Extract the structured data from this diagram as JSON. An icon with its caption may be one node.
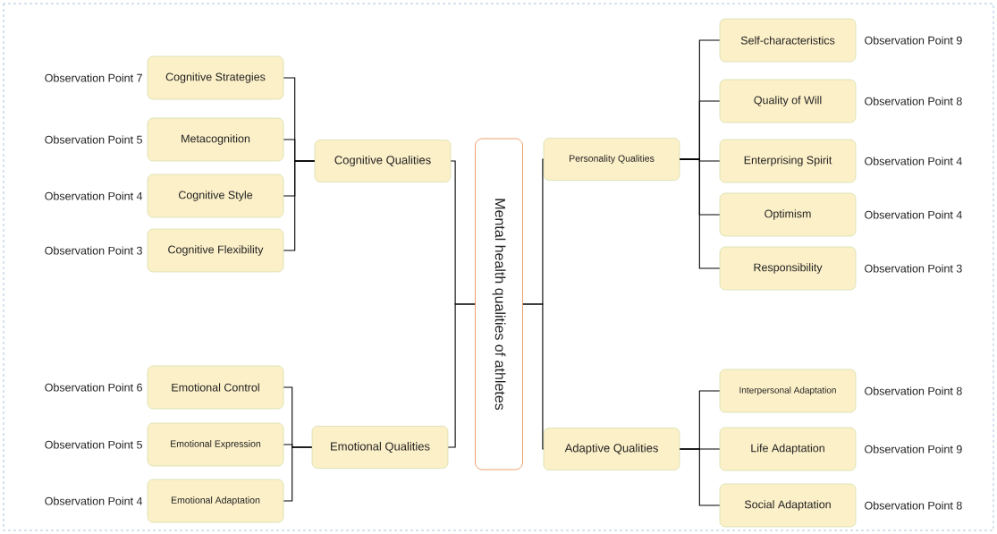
{
  "diagram": {
    "nodes": [
      {
        "text": [
          "Mental health qualities of athletes"
        ]
      },
      {
        "text": [
          "Cognitive Qualities"
        ]
      },
      {
        "text": [
          "Cognitive Strategies"
        ],
        "beside": [
          "Observation Point 7"
        ]
      },
      {
        "text": [
          "Metacognition"
        ],
        "beside": [
          "Observation Point 5"
        ]
      },
      {
        "text": [
          "Cognitive Style"
        ],
        "beside": [
          "Observation Point 4"
        ]
      },
      {
        "text": [
          "Cognitive Flexibility"
        ],
        "beside": [
          "Observation Point 3"
        ]
      },
      {
        "text": [
          "Emotional Qualities"
        ]
      },
      {
        "text": [
          "Emotional Control"
        ],
        "beside": [
          "Observation Point 6"
        ]
      },
      {
        "text": [
          "Emotional Expression"
        ],
        "beside": [
          "Observation Point 5"
        ]
      },
      {
        "text": [
          "Emotional Adaptation"
        ],
        "beside": [
          "Observation Point 4"
        ]
      },
      {
        "text": [
          "Personality Qualities"
        ]
      },
      {
        "text": [
          "Self-characteristics"
        ],
        "beside": [
          "Observation Point 9"
        ]
      },
      {
        "text": [
          "Quality of Will"
        ],
        "beside": [
          "Observation Point 8"
        ]
      },
      {
        "text": [
          "Enterprising Spirit"
        ],
        "beside": [
          "Observation Point 4"
        ]
      },
      {
        "text": [
          "Optimism"
        ],
        "beside": [
          "Observation Point 4"
        ]
      },
      {
        "text": [
          "Responsibility"
        ],
        "beside": [
          "Observation Point 3"
        ]
      },
      {
        "text": [
          "Adaptive Qualities"
        ]
      },
      {
        "text": [
          "Interpersonal Adaptation"
        ],
        "beside": [
          "Observation Point 8"
        ]
      },
      {
        "text": [
          "Life Adaptation"
        ],
        "beside": [
          "Observation Point 9"
        ]
      },
      {
        "text": [
          "Social Adaptation"
        ],
        "beside": [
          "Observation Point 8"
        ]
      }
    ],
    "edges": [
      {
        "from": 0,
        "to": 1,
        "arrow": "none"
      },
      {
        "from": 0,
        "to": 6,
        "arrow": "none"
      },
      {
        "from": 0,
        "to": 10,
        "arrow": "none"
      },
      {
        "from": 0,
        "to": 16,
        "arrow": "none"
      },
      {
        "from": 1,
        "to": 2,
        "arrow": "none"
      },
      {
        "from": 1,
        "to": 3,
        "arrow": "none"
      },
      {
        "from": 1,
        "to": 4,
        "arrow": "none"
      },
      {
        "from": 1,
        "to": 5,
        "arrow": "none"
      },
      {
        "from": 6,
        "to": 7,
        "arrow": "none"
      },
      {
        "from": 6,
        "to": 8,
        "arrow": "none"
      },
      {
        "from": 6,
        "to": 9,
        "arrow": "none"
      },
      {
        "from": 10,
        "to": 11,
        "arrow": "none"
      },
      {
        "from": 10,
        "to": 12,
        "arrow": "none"
      },
      {
        "from": 10,
        "to": 13,
        "arrow": "none"
      },
      {
        "from": 10,
        "to": 14,
        "arrow": "none"
      },
      {
        "from": 10,
        "to": 15,
        "arrow": "none"
      },
      {
        "from": 16,
        "to": 17,
        "arrow": "none"
      },
      {
        "from": 16,
        "to": 18,
        "arrow": "none"
      },
      {
        "from": 16,
        "to": 19,
        "arrow": "none"
      }
    ]
  }
}
